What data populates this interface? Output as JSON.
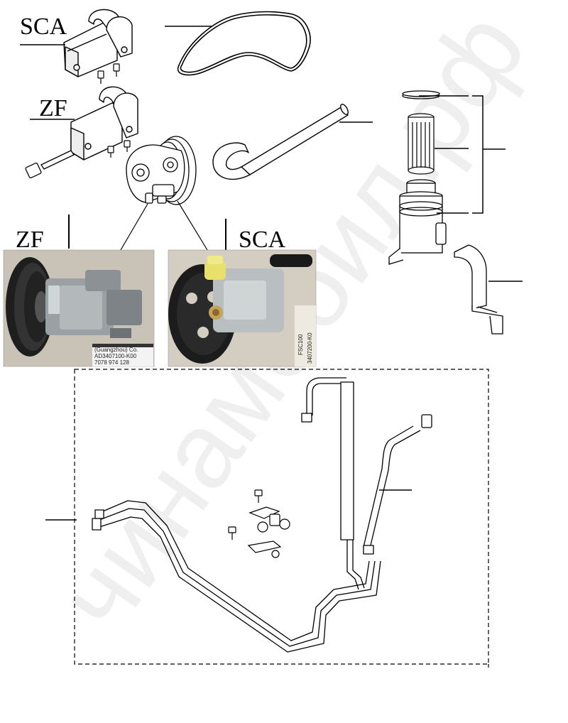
{
  "labels": {
    "sca_top": "SCA",
    "zf_top": "ZF",
    "zf_photo": "ZF",
    "sca_photo": "SCA"
  },
  "photo_zf_sticker": {
    "line1": "(Guangzhou) Co.",
    "line2": "AD3407100-K00",
    "line3": "7078 974 128"
  },
  "photo_sca_tag": {
    "line1": "FSC100",
    "line2": "3407200-K0"
  },
  "watermark": "чинамобил.рф"
}
